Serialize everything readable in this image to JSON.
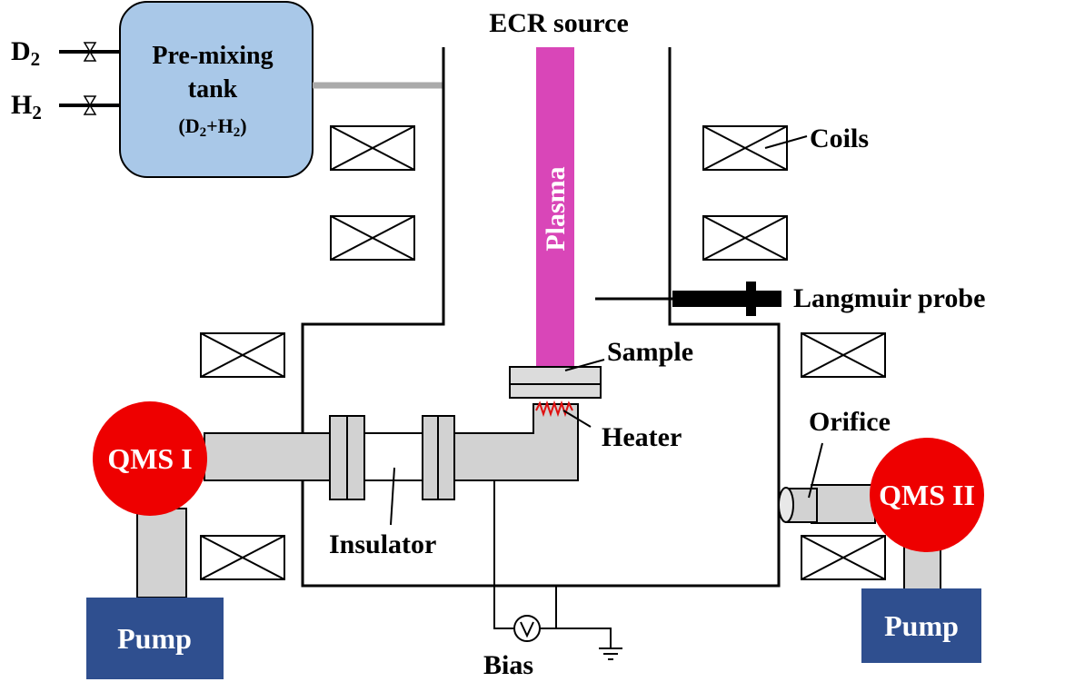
{
  "labels": {
    "ecr_source": "ECR  source",
    "premix_line1": "Pre-mixing",
    "premix_line2": "tank",
    "premix_line3": "(D2+H2)",
    "gas_d2": "D2",
    "gas_h2": "H2",
    "coils": "Coils",
    "plasma": "Plasma",
    "langmuir": "Langmuir probe",
    "sample": "Sample",
    "heater": "Heater",
    "orifice": "Orifice",
    "insulator": "Insulator",
    "bias": "Bias",
    "qms1": "QMS I",
    "qms2": "QMS II",
    "pump_left": "Pump",
    "pump_right": "Pump"
  },
  "colors": {
    "tank_fill": "#a9c8e8",
    "plasma": "#d946b8",
    "qms": "#ee0000",
    "pump": "#2f4f8f",
    "pipe": "#d2d2d2",
    "heater": "#e01010"
  }
}
